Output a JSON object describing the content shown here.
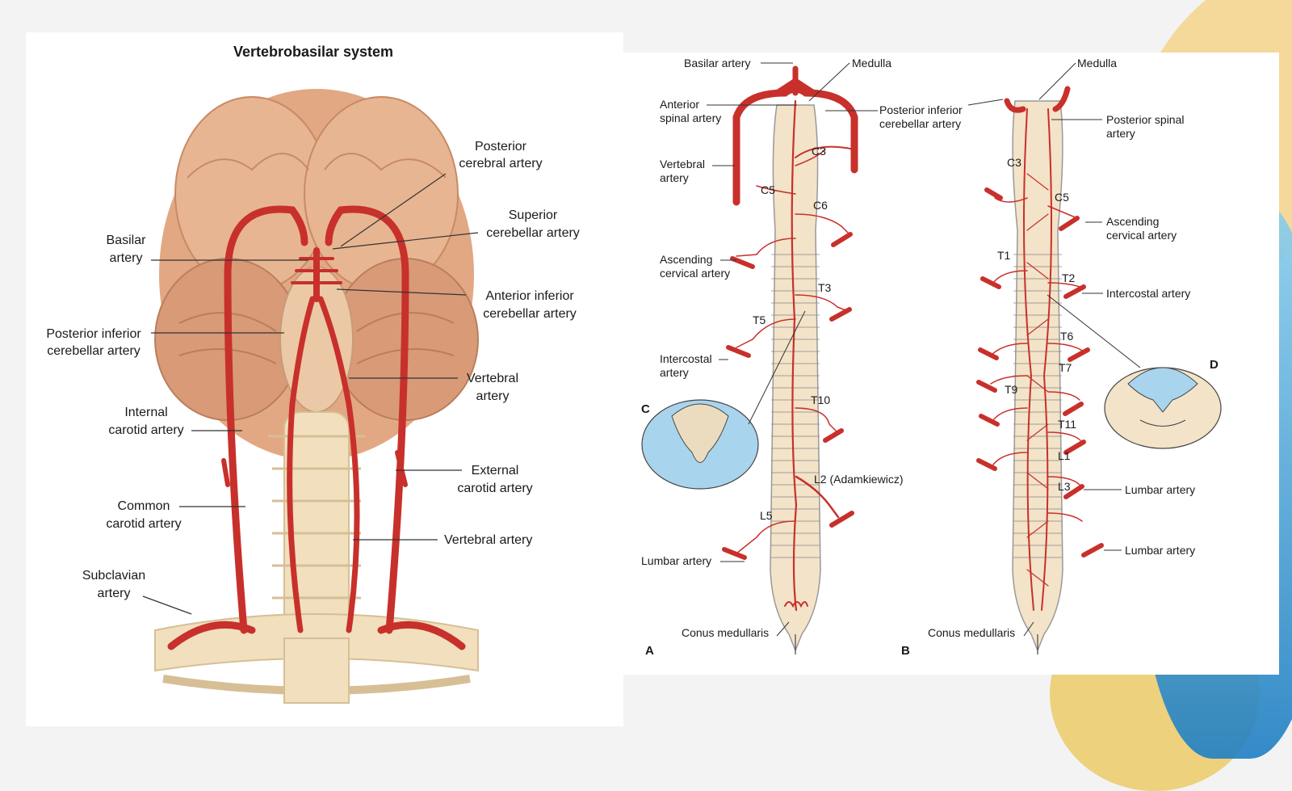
{
  "left": {
    "title": "Vertebrobasilar system",
    "labels": {
      "pca_1": "Posterior",
      "pca_2": "cerebral artery",
      "sca_1": "Superior",
      "sca_2": "cerebellar artery",
      "basilar_1": "Basilar",
      "basilar_2": "artery",
      "aica_1": "Anterior inferior",
      "aica_2": "cerebellar artery",
      "pica_1": "Posterior inferior",
      "pica_2": "cerebellar artery",
      "vert_1": "Vertebral",
      "vert_2": "artery",
      "ica_1": "Internal",
      "ica_2": "carotid artery",
      "eca_1": "External",
      "eca_2": "carotid artery",
      "cca_1": "Common",
      "cca_2": "carotid artery",
      "vert_neck": "Vertebral artery",
      "subclav_1": "Subclavian",
      "subclav_2": "artery"
    }
  },
  "panelA": {
    "letter_a": "A",
    "letter_c": "C",
    "basilar": "Basilar artery",
    "medulla": "Medulla",
    "ant_spinal_1": "Anterior",
    "ant_spinal_2": "spinal artery",
    "pica_1": "Posterior inferior",
    "pica_2": "cerebellar artery",
    "vert_1": "Vertebral",
    "vert_2": "artery",
    "asc_cerv_1": "Ascending",
    "asc_cerv_2": "cervical artery",
    "intercostal_1": "Intercostal",
    "intercostal_2": "artery",
    "lumbar": "Lumbar artery",
    "conus": "Conus medullaris",
    "levels": {
      "c3": "C3",
      "c5": "C5",
      "c6": "C6",
      "t3": "T3",
      "t5": "T5",
      "t10": "T10",
      "l2": "L2 (Adamkiewicz)",
      "l5": "L5"
    }
  },
  "panelB": {
    "letter_b": "B",
    "letter_d": "D",
    "medulla": "Medulla",
    "post_spinal_1": "Posterior spinal",
    "post_spinal_2": "artery",
    "asc_cerv_1": "Ascending",
    "asc_cerv_2": "cervical artery",
    "intercostal": "Intercostal artery",
    "lumbar_1": "Lumbar artery",
    "lumbar_2": "Lumbar artery",
    "conus": "Conus medullaris",
    "levels": {
      "c3": "C3",
      "c5": "C5",
      "t1": "T1",
      "t2": "T2",
      "t6": "T6",
      "t7": "T7",
      "t9": "T9",
      "t11": "T11",
      "l1": "L1",
      "l3": "L3"
    }
  },
  "colors": {
    "artery": "#c8302b",
    "brain": "#e2a883",
    "cord": "#f3e3c8",
    "white_matter_blue": "#a9d4ee",
    "bone": "#f1dfbe"
  }
}
